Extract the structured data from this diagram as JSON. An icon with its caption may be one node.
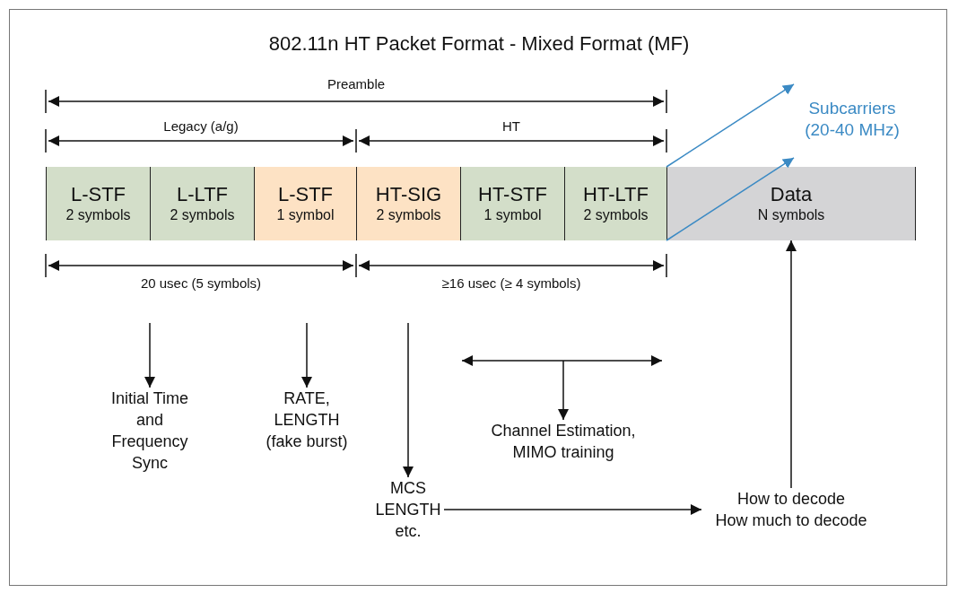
{
  "diagram": {
    "title": "802.11n HT Packet Format - Mixed Format (MF)",
    "nodes": [
      {
        "text": [
          "L-STF",
          "2 symbols"
        ]
      },
      {
        "text": [
          "L-LTF",
          "2 symbols"
        ]
      },
      {
        "text": [
          "L-STF",
          "1 symbol"
        ]
      },
      {
        "text": [
          "HT-SIG",
          "2 symbols"
        ]
      },
      {
        "text": [
          "HT-STF",
          "1 symbol"
        ]
      },
      {
        "text": [
          "HT-LTF",
          "2 symbols"
        ]
      },
      {
        "text": [
          "Data",
          "N symbols"
        ]
      },
      {
        "text": [
          "Initial Time and Frequency Sync"
        ]
      },
      {
        "text": [
          "RATE, LENGTH (fake burst)"
        ]
      },
      {
        "text": [
          "MCS LENGTH etc."
        ]
      },
      {
        "text": [
          "Channel Estimation, MIMO training"
        ]
      },
      {
        "text": [
          "How to decode",
          "How much to decode"
        ]
      },
      {
        "text": [
          "Subcarriers (20-40 MHz)"
        ]
      }
    ],
    "edges": [
      {
        "from": null,
        "to": 7,
        "arrow": "to"
      },
      {
        "from": null,
        "to": 8,
        "arrow": "to"
      },
      {
        "from": null,
        "to": 9,
        "arrow": "to"
      },
      {
        "from": null,
        "to": 10,
        "arrow": "to"
      },
      {
        "from": 9,
        "to": 11,
        "arrow": "to"
      },
      {
        "from": 11,
        "to": 6,
        "arrow": "to"
      },
      {
        "from": 6,
        "to": 12,
        "arrow": "to",
        "color": "#3b8ac4"
      },
      {
        "from": 6,
        "to": 12,
        "arrow": "to",
        "color": "#3b8ac4"
      }
    ],
    "labels": [
      "Preamble",
      "Legacy (a/g)",
      "HT",
      "20 usec (5 symbols)",
      "≥16 usec (≥ 4 symbols)"
    ]
  }
}
